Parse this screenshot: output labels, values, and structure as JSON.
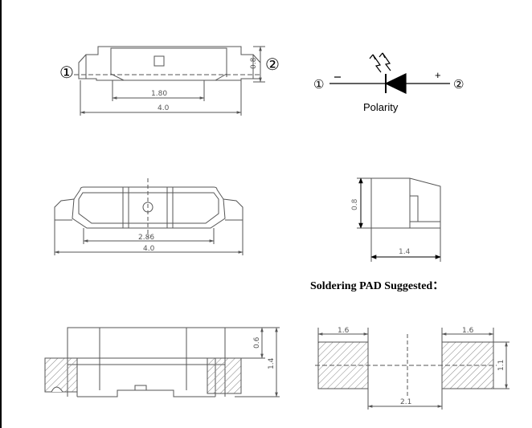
{
  "pins": {
    "pin1": "①",
    "pin2": "②"
  },
  "top_view": {
    "dim_inner": "1.80",
    "dim_overall": "4.0",
    "dim_height": "0.8"
  },
  "polarity": {
    "label": "Polarity",
    "minus": "−",
    "plus": "+"
  },
  "bottom_view": {
    "dim_inner": "2.86",
    "dim_overall": "4.0"
  },
  "side_view": {
    "dim_height": "0.8",
    "dim_width": "1.4"
  },
  "front_view": {
    "dim_top": "0.6",
    "dim_total": "1.4"
  },
  "soldering_pad": {
    "heading": "Soldering PAD Suggested：",
    "pad_left_width": "1.6",
    "pad_right_width": "1.6",
    "pad_height": "1.1",
    "pad_gap": "2.1"
  },
  "colors": {
    "line": "#555555",
    "hatch": "#888888"
  }
}
